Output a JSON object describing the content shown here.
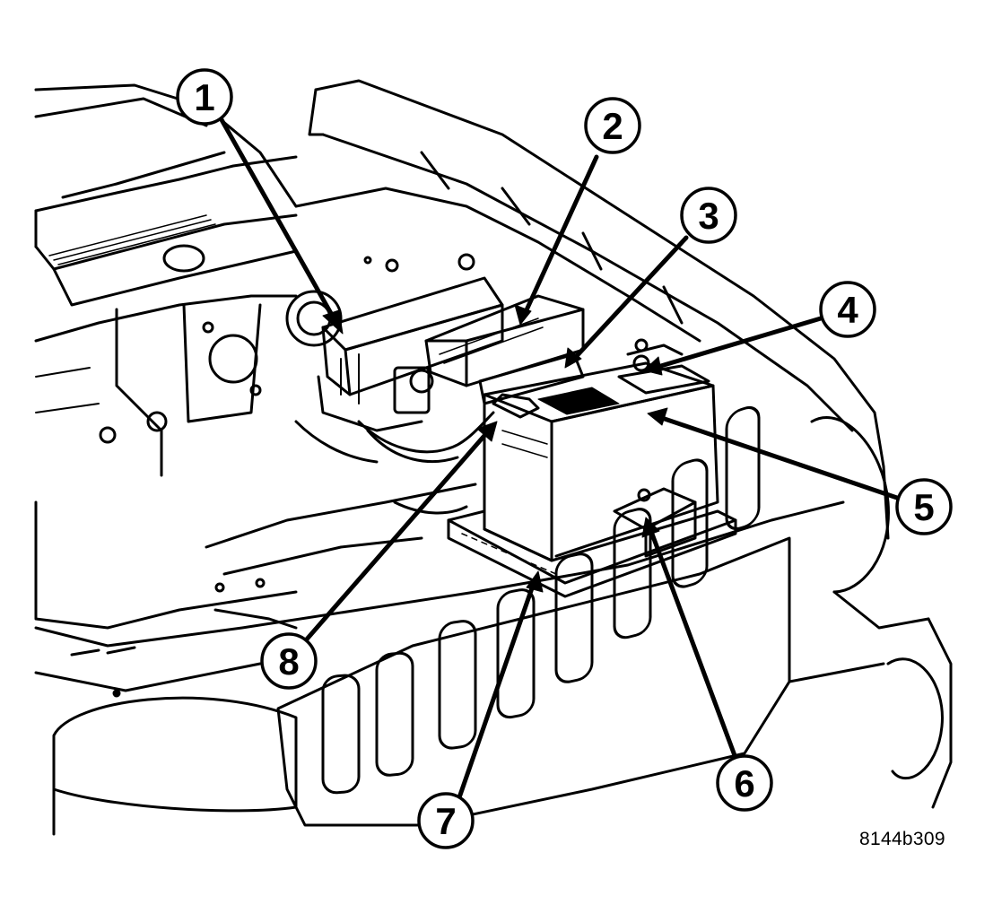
{
  "figure": {
    "id": "8144b309",
    "ink_color": "#000000",
    "paper_color": "#ffffff"
  },
  "callouts": [
    {
      "num": "1"
    },
    {
      "num": "2"
    },
    {
      "num": "3"
    },
    {
      "num": "4"
    },
    {
      "num": "5"
    },
    {
      "num": "6"
    },
    {
      "num": "7"
    },
    {
      "num": "8"
    }
  ]
}
